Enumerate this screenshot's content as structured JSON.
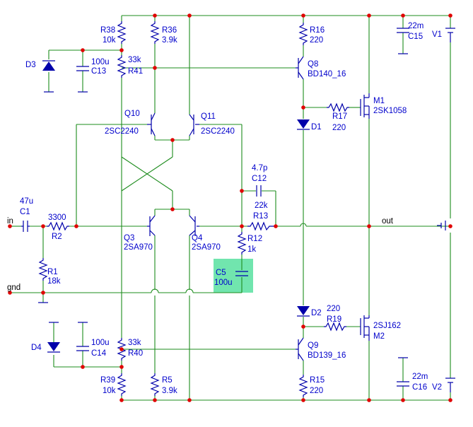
{
  "components": {
    "R38": {
      "ref": "R38",
      "value": "10k"
    },
    "R36": {
      "ref": "R36",
      "value": "3.9k"
    },
    "R41": {
      "ref": "R41",
      "value": "33k"
    },
    "R16": {
      "ref": "R16",
      "value": "220"
    },
    "C15": {
      "ref": "C15",
      "value": "22m"
    },
    "V1": {
      "ref": "V1"
    },
    "D3": {
      "ref": "D3"
    },
    "C13": {
      "ref": "C13",
      "value": "100u"
    },
    "Q8": {
      "ref": "Q8",
      "value": "BD140_16"
    },
    "M1": {
      "ref": "M1",
      "value": "2SK1058"
    },
    "R17": {
      "ref": "R17",
      "value": "220"
    },
    "D1": {
      "ref": "D1"
    },
    "Q10": {
      "ref": "Q10",
      "value": "2SC2240"
    },
    "Q11": {
      "ref": "Q11",
      "value": "2SC2240"
    },
    "C12": {
      "ref": "C12",
      "value": "4.7p"
    },
    "R13": {
      "ref": "R13",
      "value": "22k"
    },
    "C1": {
      "ref": "C1",
      "value": "47u"
    },
    "R2": {
      "ref": "R2",
      "value": "3300"
    },
    "Q3": {
      "ref": "Q3",
      "value": "2SA970"
    },
    "Q4": {
      "ref": "Q4",
      "value": "2SA970"
    },
    "R12": {
      "ref": "R12",
      "value": "1k"
    },
    "C5": {
      "ref": "C5",
      "value": "100u"
    },
    "R1": {
      "ref": "R1",
      "value": "18k"
    },
    "D2": {
      "ref": "D2"
    },
    "R19": {
      "ref": "R19",
      "value": "220"
    },
    "M2": {
      "ref": "M2",
      "value": "2SJ162"
    },
    "D4": {
      "ref": "D4"
    },
    "C14": {
      "ref": "C14",
      "value": "100u"
    },
    "R40": {
      "ref": "R40",
      "value": "33k"
    },
    "Q9": {
      "ref": "Q9",
      "value": "BD139_16"
    },
    "R39": {
      "ref": "R39",
      "value": "10k"
    },
    "R5": {
      "ref": "R5",
      "value": "3.9k"
    },
    "R15": {
      "ref": "R15",
      "value": "220"
    },
    "C16": {
      "ref": "C16",
      "value": "22m"
    },
    "V2": {
      "ref": "V2"
    }
  },
  "nets": {
    "in": "in",
    "out": "out",
    "gnd": "gnd"
  },
  "highlight": {
    "component": "C5",
    "color": "#58e0a0"
  },
  "colors": {
    "wire": "#1d8c1d",
    "component": "#0000aa",
    "label": "#0000cc",
    "junction": "#e00000"
  }
}
